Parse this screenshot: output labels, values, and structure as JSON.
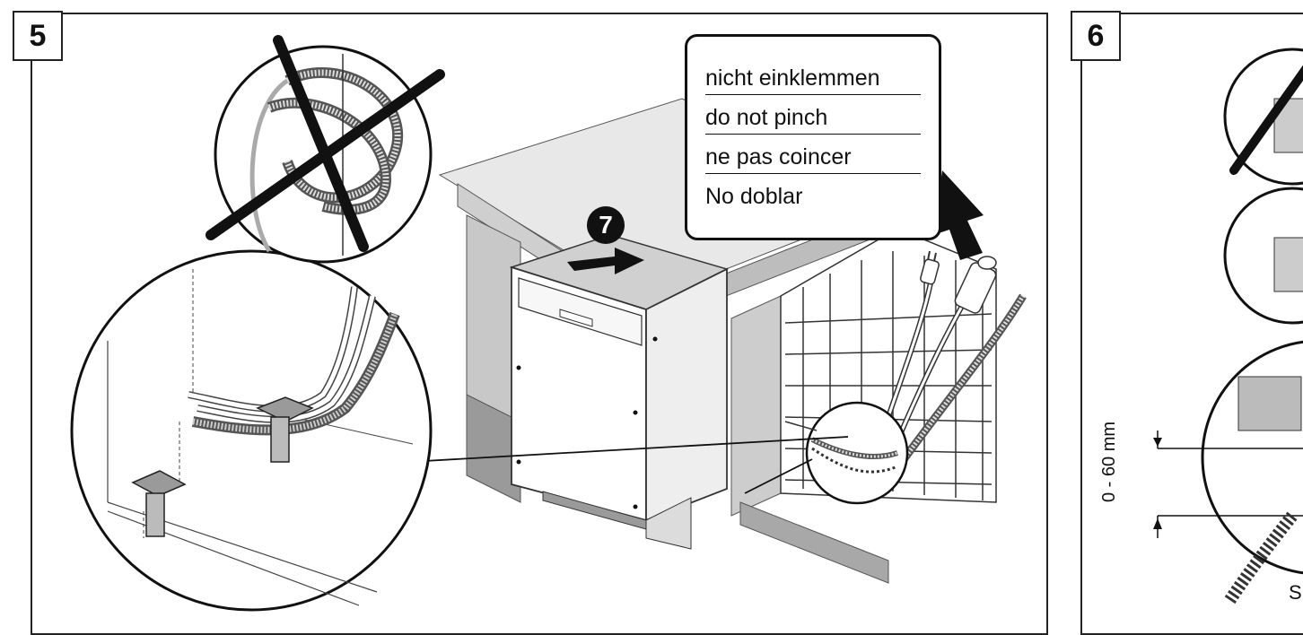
{
  "panels": {
    "step_five": {
      "number": "5"
    },
    "step_six": {
      "number": "6"
    }
  },
  "warning": {
    "lines": [
      "nicht einklemmen",
      "do not pinch",
      "ne pas coincer",
      "No doblar"
    ]
  },
  "callout_step": "7",
  "measurement": {
    "label": "0 - 60 mm"
  },
  "partial_letter": "S"
}
